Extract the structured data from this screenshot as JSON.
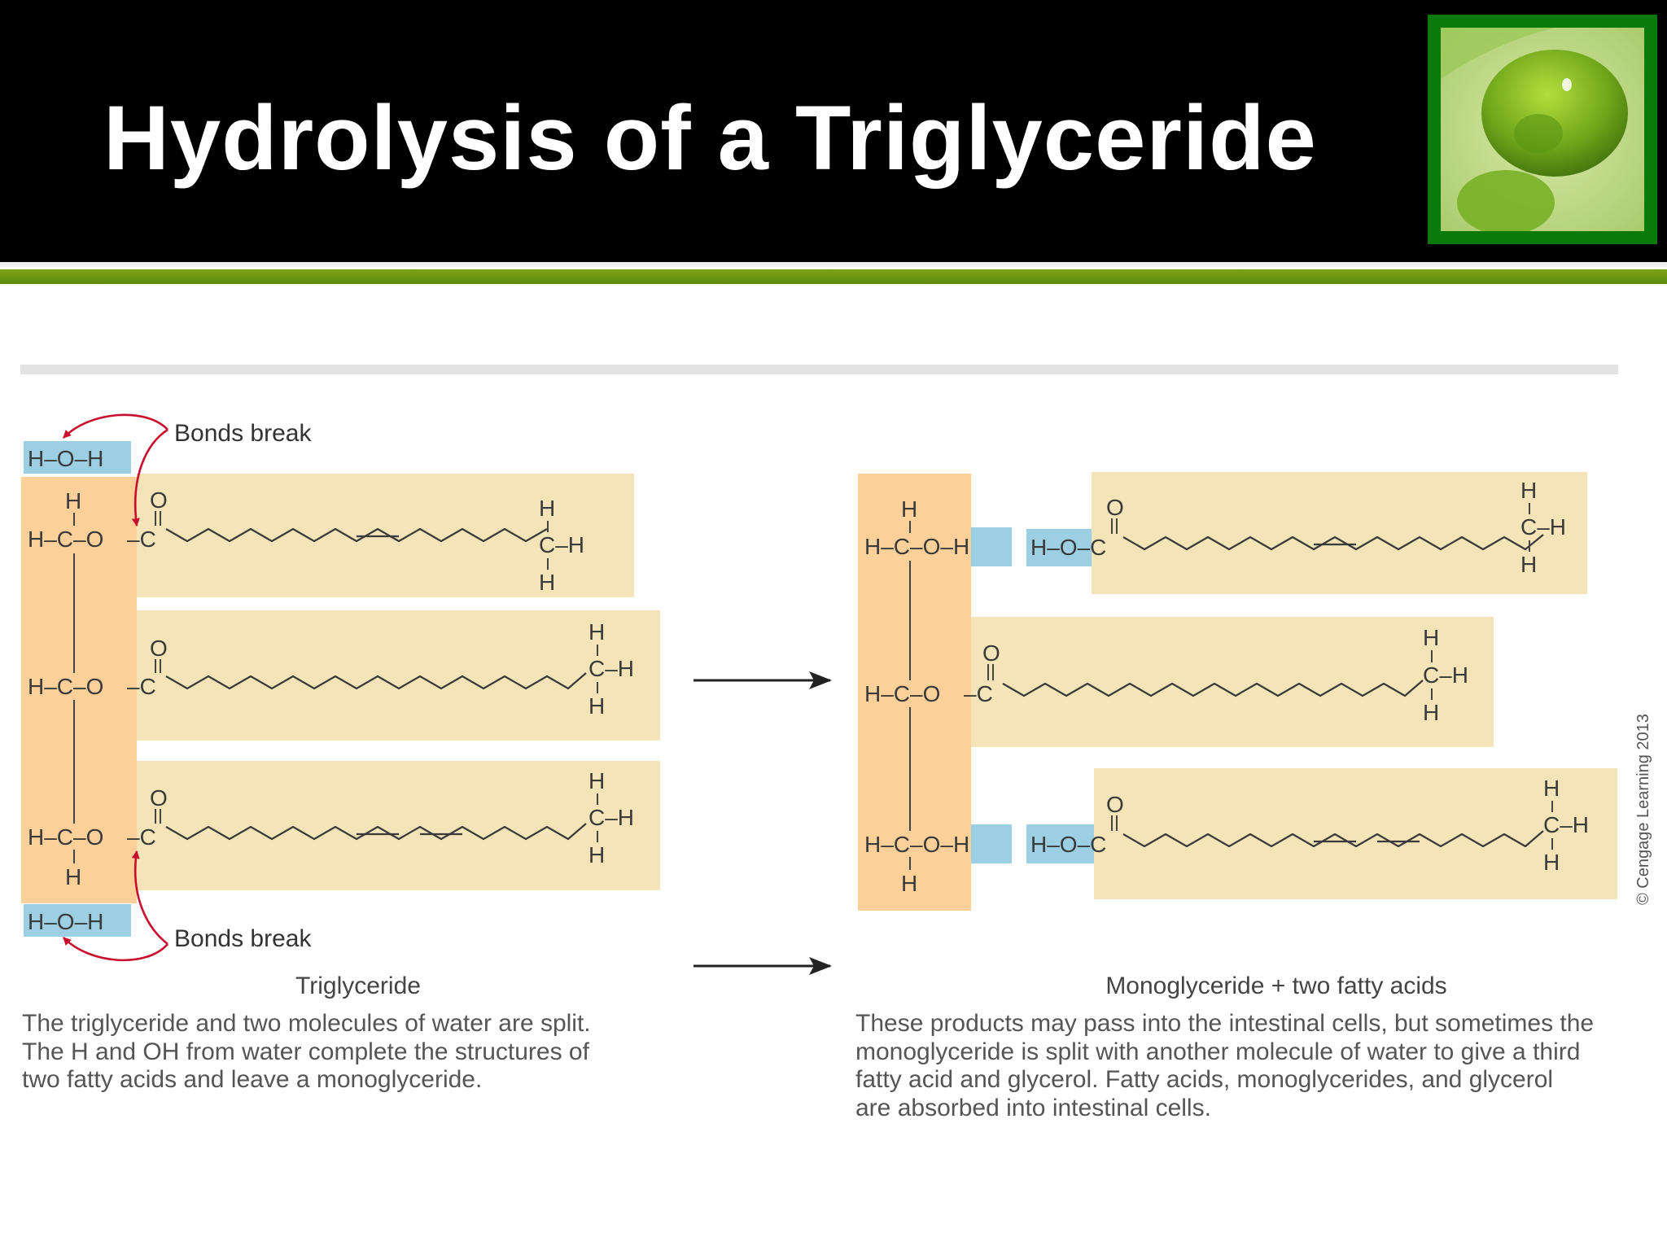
{
  "slide": {
    "title": "Hydrolysis of a Triglyceride",
    "colors": {
      "header_bg": "#000000",
      "accent_green": "#6b9a12",
      "thumbnail_frame": "#0a7a0a",
      "glycerol_box": "#fdd09a",
      "fatty_acid_box": "#f4e4b8",
      "water_box": "#9ccfe3",
      "arrow_red": "#c8102e"
    },
    "thumbnail_icon": "green-pea-photo-icon"
  },
  "diagram": {
    "bonds_break_top": "Bonds break",
    "bonds_break_bottom": "Bonds break",
    "left_caption": "Triglyceride",
    "right_caption": "Monoglyceride + two fatty acids",
    "left_description": [
      "The triglyceride and two molecules of water are split.",
      "The H and OH from water complete the structures of",
      "two fatty acids and leave a monoglyceride."
    ],
    "right_description": [
      "These products may pass into the intestinal cells, but sometimes the",
      "monoglyceride is split with another molecule of water to give a third",
      "fatty acid and glycerol. Fatty acids, monoglycerides, and glycerol",
      "are absorbed into intestinal cells."
    ],
    "copyright": "© Cengage Learning 2013",
    "atoms": {
      "water": "H–O–H",
      "glycerol_row": "H–C–O",
      "glycerol_row_oh": "H–C–O–H",
      "bond_to_c": "–C",
      "free_acid_head": "H–O–C",
      "h": "H",
      "o": "O",
      "ch": "C–H"
    }
  }
}
